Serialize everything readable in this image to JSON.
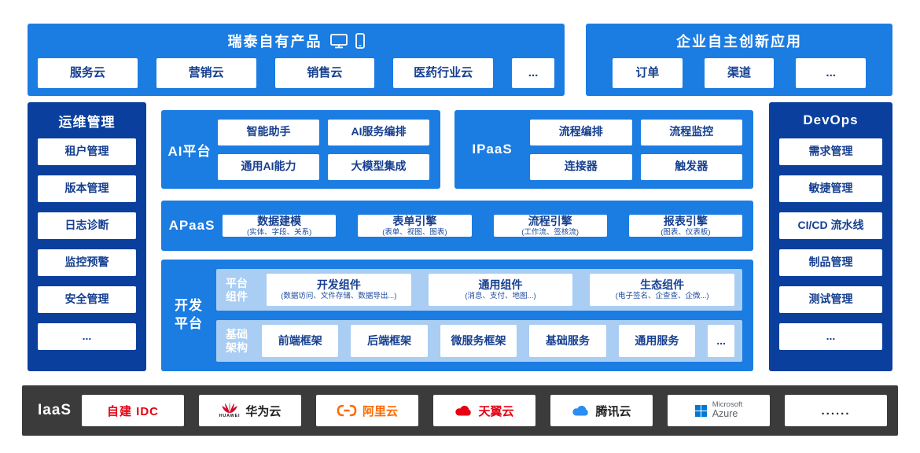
{
  "colors": {
    "panel_blue": "#1b7ce2",
    "dark_blue": "#0a3f9d",
    "light_blue": "#a9cdf3",
    "box_text_blue": "#153f8f",
    "iaas_bar_gray": "#3b3b3b",
    "huawei_red": "#cf0a2c",
    "alicloud_orange": "#ff6a00",
    "ctyun_red": "#e60012",
    "tencent_blue": "#2b8df0",
    "azure_blue": "#0078d4"
  },
  "own_products": {
    "title": "瑞泰自有产品",
    "icons": [
      "monitor-icon",
      "smartphone-icon"
    ],
    "items": [
      "服务云",
      "营销云",
      "销售云",
      "医药行业云",
      "..."
    ]
  },
  "innovation_apps": {
    "title": "企业自主创新应用",
    "items": [
      "订单",
      "渠道",
      "..."
    ]
  },
  "ops": {
    "title": "运维管理",
    "items": [
      "租户管理",
      "版本管理",
      "日志诊断",
      "监控预警",
      "安全管理",
      "..."
    ]
  },
  "devops": {
    "title": "DevOps",
    "items": [
      "需求管理",
      "敏捷管理",
      "CI/CD 流水线",
      "制品管理",
      "测试管理",
      "..."
    ]
  },
  "ai_platform": {
    "title": "AI平台",
    "items": [
      "智能助手",
      "AI服务编排",
      "通用AI能力",
      "大模型集成"
    ]
  },
  "ipaas": {
    "title": "IPaaS",
    "items": [
      "流程编排",
      "流程监控",
      "连接器",
      "触发器"
    ]
  },
  "apaas": {
    "title": "APaaS",
    "items": [
      {
        "name": "数据建模",
        "subtitle": "(实体、字段、关系)"
      },
      {
        "name": "表单引擎",
        "subtitle": "(表单、视图、图表)"
      },
      {
        "name": "流程引擎",
        "subtitle": "(工作流、签核流)"
      },
      {
        "name": "报表引擎",
        "subtitle": "(图表、仪表板)"
      }
    ]
  },
  "dev_platform": {
    "title": "开发平台",
    "component_row": {
      "label": "平台组件",
      "items": [
        {
          "name": "开发组件",
          "subtitle": "(数据访问、文件存储、数据导出...)"
        },
        {
          "name": "通用组件",
          "subtitle": "(消息、支付、地图...)"
        },
        {
          "name": "生态组件",
          "subtitle": "(电子签名、企查查、企微...)"
        }
      ]
    },
    "infra_row": {
      "label": "基础架构",
      "items": [
        "前端框架",
        "后端框架",
        "微服务框架",
        "基础服务",
        "通用服务",
        "..."
      ]
    }
  },
  "iaas": {
    "title": "IaaS",
    "idc": "自建 IDC",
    "huawei": {
      "brand": "HUAWEI",
      "name": "华为云"
    },
    "ali": {
      "name": "阿里云"
    },
    "ctyun": "天翼云",
    "tencent": "腾讯云",
    "azure": {
      "line1": "Microsoft",
      "line2": "Azure"
    },
    "more": "......"
  }
}
